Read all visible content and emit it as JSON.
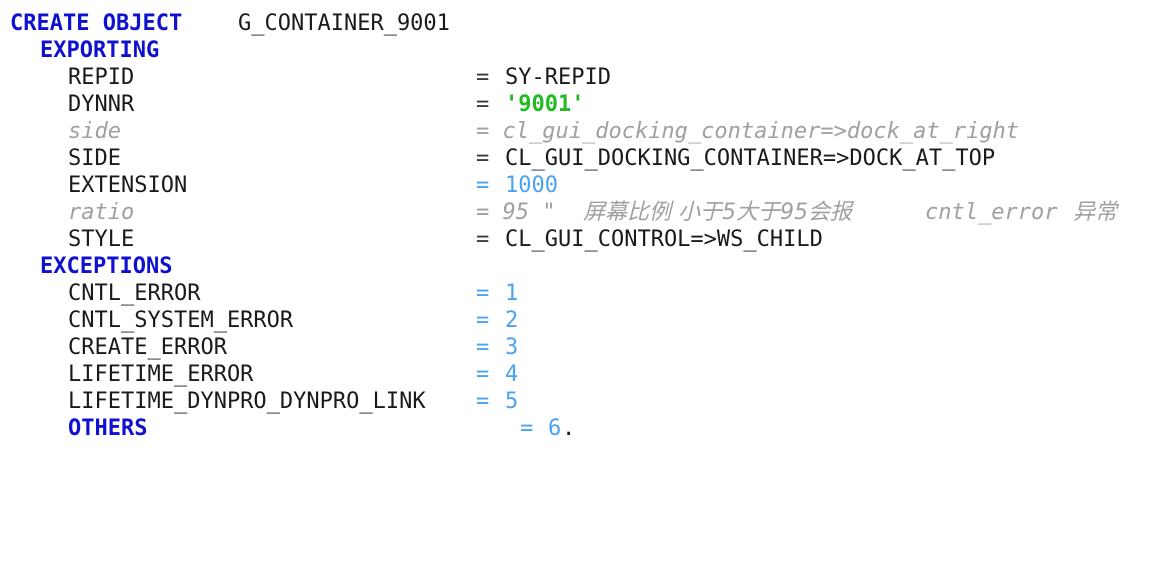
{
  "code": {
    "line1": {
      "kw": "CREATE OBJECT",
      "id": "G_CONTAINER_9001"
    },
    "line2": {
      "kw": "EXPORTING"
    },
    "line3": {
      "param": "REPID",
      "op": "=",
      "value": "SY-REPID"
    },
    "line4": {
      "param": "DYNNR",
      "op": "=",
      "value": "'9001'"
    },
    "line5": {
      "comment": "side",
      "value": "= cl_gui_docking_container=>dock_at_right"
    },
    "line6": {
      "param": "SIDE",
      "op": "=",
      "value": "CL_GUI_DOCKING_CONTAINER=>DOCK_AT_TOP"
    },
    "line7": {
      "param": "EXTENSION",
      "op": "=",
      "value": "1000"
    },
    "line8": {
      "comment": "ratio",
      "value_a": "= 95 \"",
      "value_b": "屏幕比例 小于5大于95会报",
      "value_c": "cntl_error",
      "value_d": "异常"
    },
    "line9": {
      "param": "STYLE",
      "op": "=",
      "value": "CL_GUI_CONTROL=>WS_CHILD"
    },
    "line10": {
      "kw": "EXCEPTIONS"
    },
    "line11": {
      "param": "CNTL_ERROR",
      "op": "=",
      "value": "1"
    },
    "line12": {
      "param": "CNTL_SYSTEM_ERROR",
      "op": "=",
      "value": "2"
    },
    "line13": {
      "param": "CREATE_ERROR",
      "op": "=",
      "value": "3"
    },
    "line14": {
      "param": "LIFETIME_ERROR",
      "op": "=",
      "value": "4"
    },
    "line15": {
      "param": "LIFETIME_DYNPRO_DYNPRO_LINK",
      "op": "=",
      "value": "5"
    },
    "line16": {
      "kw": "OTHERS",
      "op": "=",
      "value": "6",
      "period": "."
    }
  },
  "colors": {
    "keyword": "#1010d0",
    "identifier": "#1a1a1a",
    "string": "#22bb22",
    "number": "#4aa3f0",
    "comment": "#a0a0a0",
    "background": "#ffffff"
  }
}
